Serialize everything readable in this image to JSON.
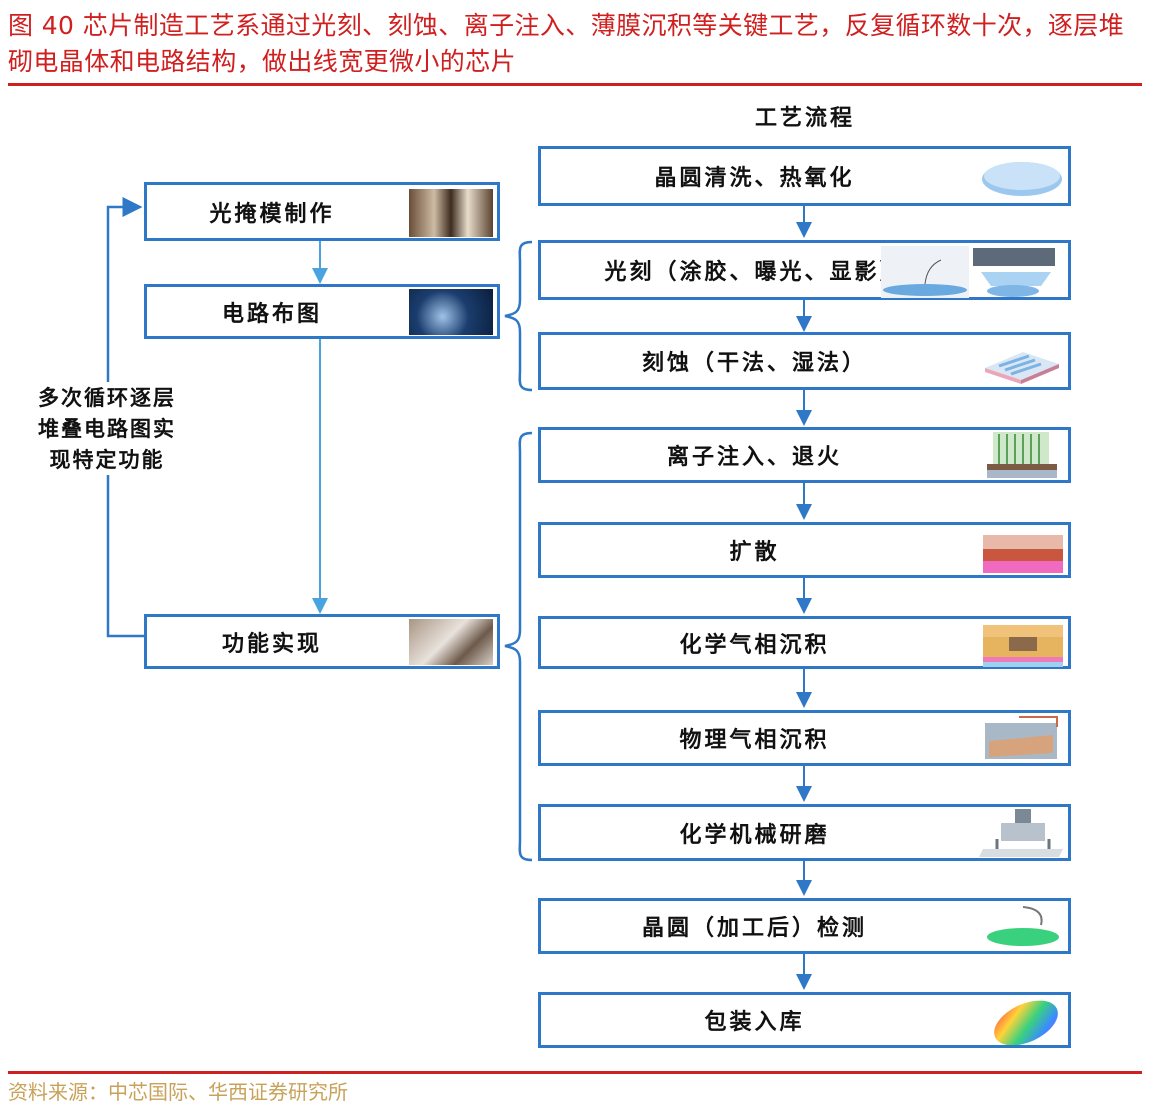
{
  "figure": {
    "title": "图 40  芯片制造工艺系通过光刻、刻蚀、离子注入、薄膜沉积等关键工艺，反复循环数十次，逐层堆砌电晶体和电路结构，做出线宽更微小的芯片",
    "source": "资料来源：中芯国际、华西证券研究所"
  },
  "left_flow": {
    "steps": [
      "光掩模制作",
      "电路布图",
      "功能实现"
    ],
    "loop_label": "多次循环逐层堆叠电路图实现特定功能"
  },
  "process": {
    "heading": "工艺流程",
    "steps": [
      "晶圆清洗、热氧化",
      "光刻（涂胶、曝光、显影）",
      "刻蚀（干法、湿法）",
      "离子注入、退火",
      "扩散",
      "化学气相沉积",
      "物理气相沉积",
      "化学机械研磨",
      "晶圆（加工后）检测",
      "包装入库"
    ]
  },
  "colors": {
    "accent": "#d01f1f",
    "box_border": "#2e78c7",
    "arrow": "#4aa3df",
    "source": "#c8a25a"
  }
}
